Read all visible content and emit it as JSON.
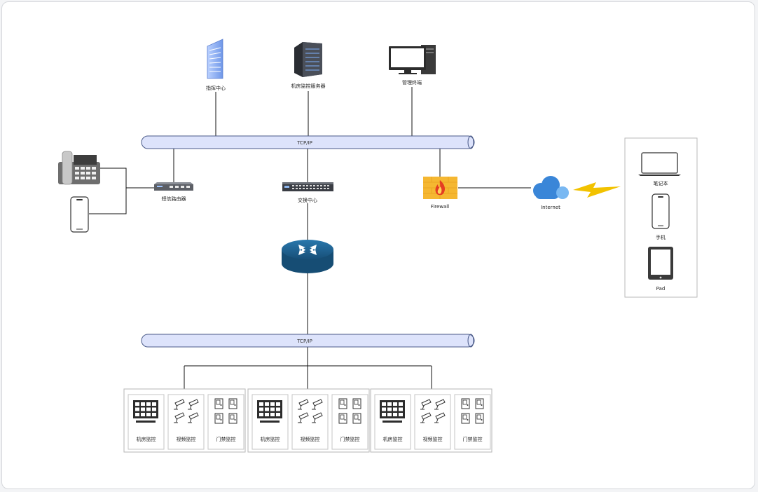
{
  "bus_top": {
    "label": "TCP/IP"
  },
  "bus_bottom": {
    "label": "TCP/IP"
  },
  "nodes": {
    "command_center": "指挥中心",
    "monitor_server": "机房监控服务器",
    "mgmt_terminal": "管理终端",
    "sms_router": "短信路由器",
    "switch_center": "交换中心",
    "firewall": "Firewall",
    "internet": "Internet"
  },
  "devices": {
    "laptop": "笔记本",
    "phone": "手机",
    "pad": "Pad"
  },
  "groups": [
    {
      "items": [
        "机房监控",
        "视频监控",
        "门禁监控"
      ]
    },
    {
      "items": [
        "机房监控",
        "视频监控",
        "门禁监控"
      ]
    },
    {
      "items": [
        "机房监控",
        "视频监控",
        "门禁监控"
      ]
    }
  ],
  "colors": {
    "bus_fill": "#dde3fb",
    "bus_stroke": "#4a5a88",
    "router": "#1f5f8b",
    "firewall": "#f5b731",
    "cloud": "#3a86d8",
    "lightning": "#f2c200"
  },
  "icons": [
    "building-icon",
    "server-rack-icon",
    "desktop-computer-icon",
    "desk-phone-icon",
    "smartphone-icon",
    "sms-router-icon",
    "network-switch-icon",
    "firewall-icon",
    "cloud-icon",
    "router-icon",
    "laptop-icon",
    "tablet-icon",
    "lightning-icon",
    "video-wall-icon",
    "cctv-camera-icon",
    "door-access-icon"
  ]
}
